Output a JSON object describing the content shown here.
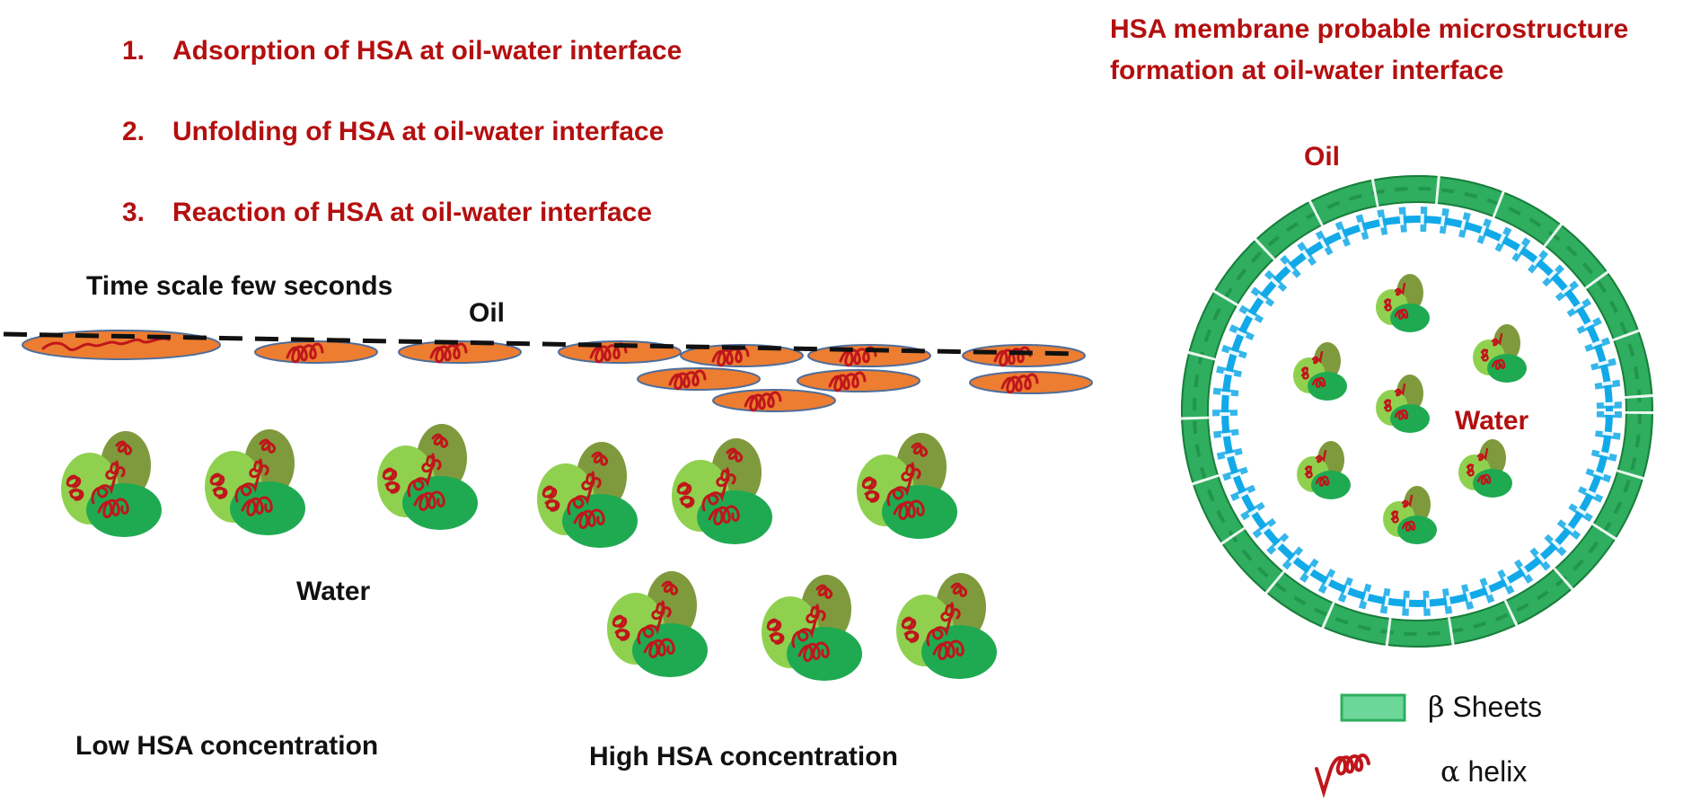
{
  "steps": [
    {
      "num": "1.",
      "text": "Adsorption of HSA at oil-water interface"
    },
    {
      "num": "2.",
      "text": "Unfolding of HSA at oil-water interface"
    },
    {
      "num": "3.",
      "text": "Reaction of HSA at oil-water interface"
    }
  ],
  "left_panel": {
    "time_scale": "Time scale few seconds",
    "oil": "Oil",
    "water": "Water",
    "low": "Low HSA concentration",
    "high": "High HSA concentration"
  },
  "right_panel": {
    "title_line1": "HSA membrane probable microstructure",
    "title_line2": "formation at oil-water interface",
    "oil": "Oil",
    "water": "Water"
  },
  "legend": {
    "beta_symbol": "β",
    "beta_label": "Sheets",
    "alpha_symbol": "α",
    "alpha_label": "helix"
  },
  "colors": {
    "title_red": "#b40f0f",
    "helix_red": "#c0161b",
    "oil_orange": "#ed7d31",
    "oil_outline": "#4f6d9a",
    "lobe_olive": "#7f9a3c",
    "lobe_light": "#8fd14f",
    "lobe_green": "#1faa52",
    "sheet_green": "#2eae5e",
    "coil_blue": "#12a9e8"
  }
}
